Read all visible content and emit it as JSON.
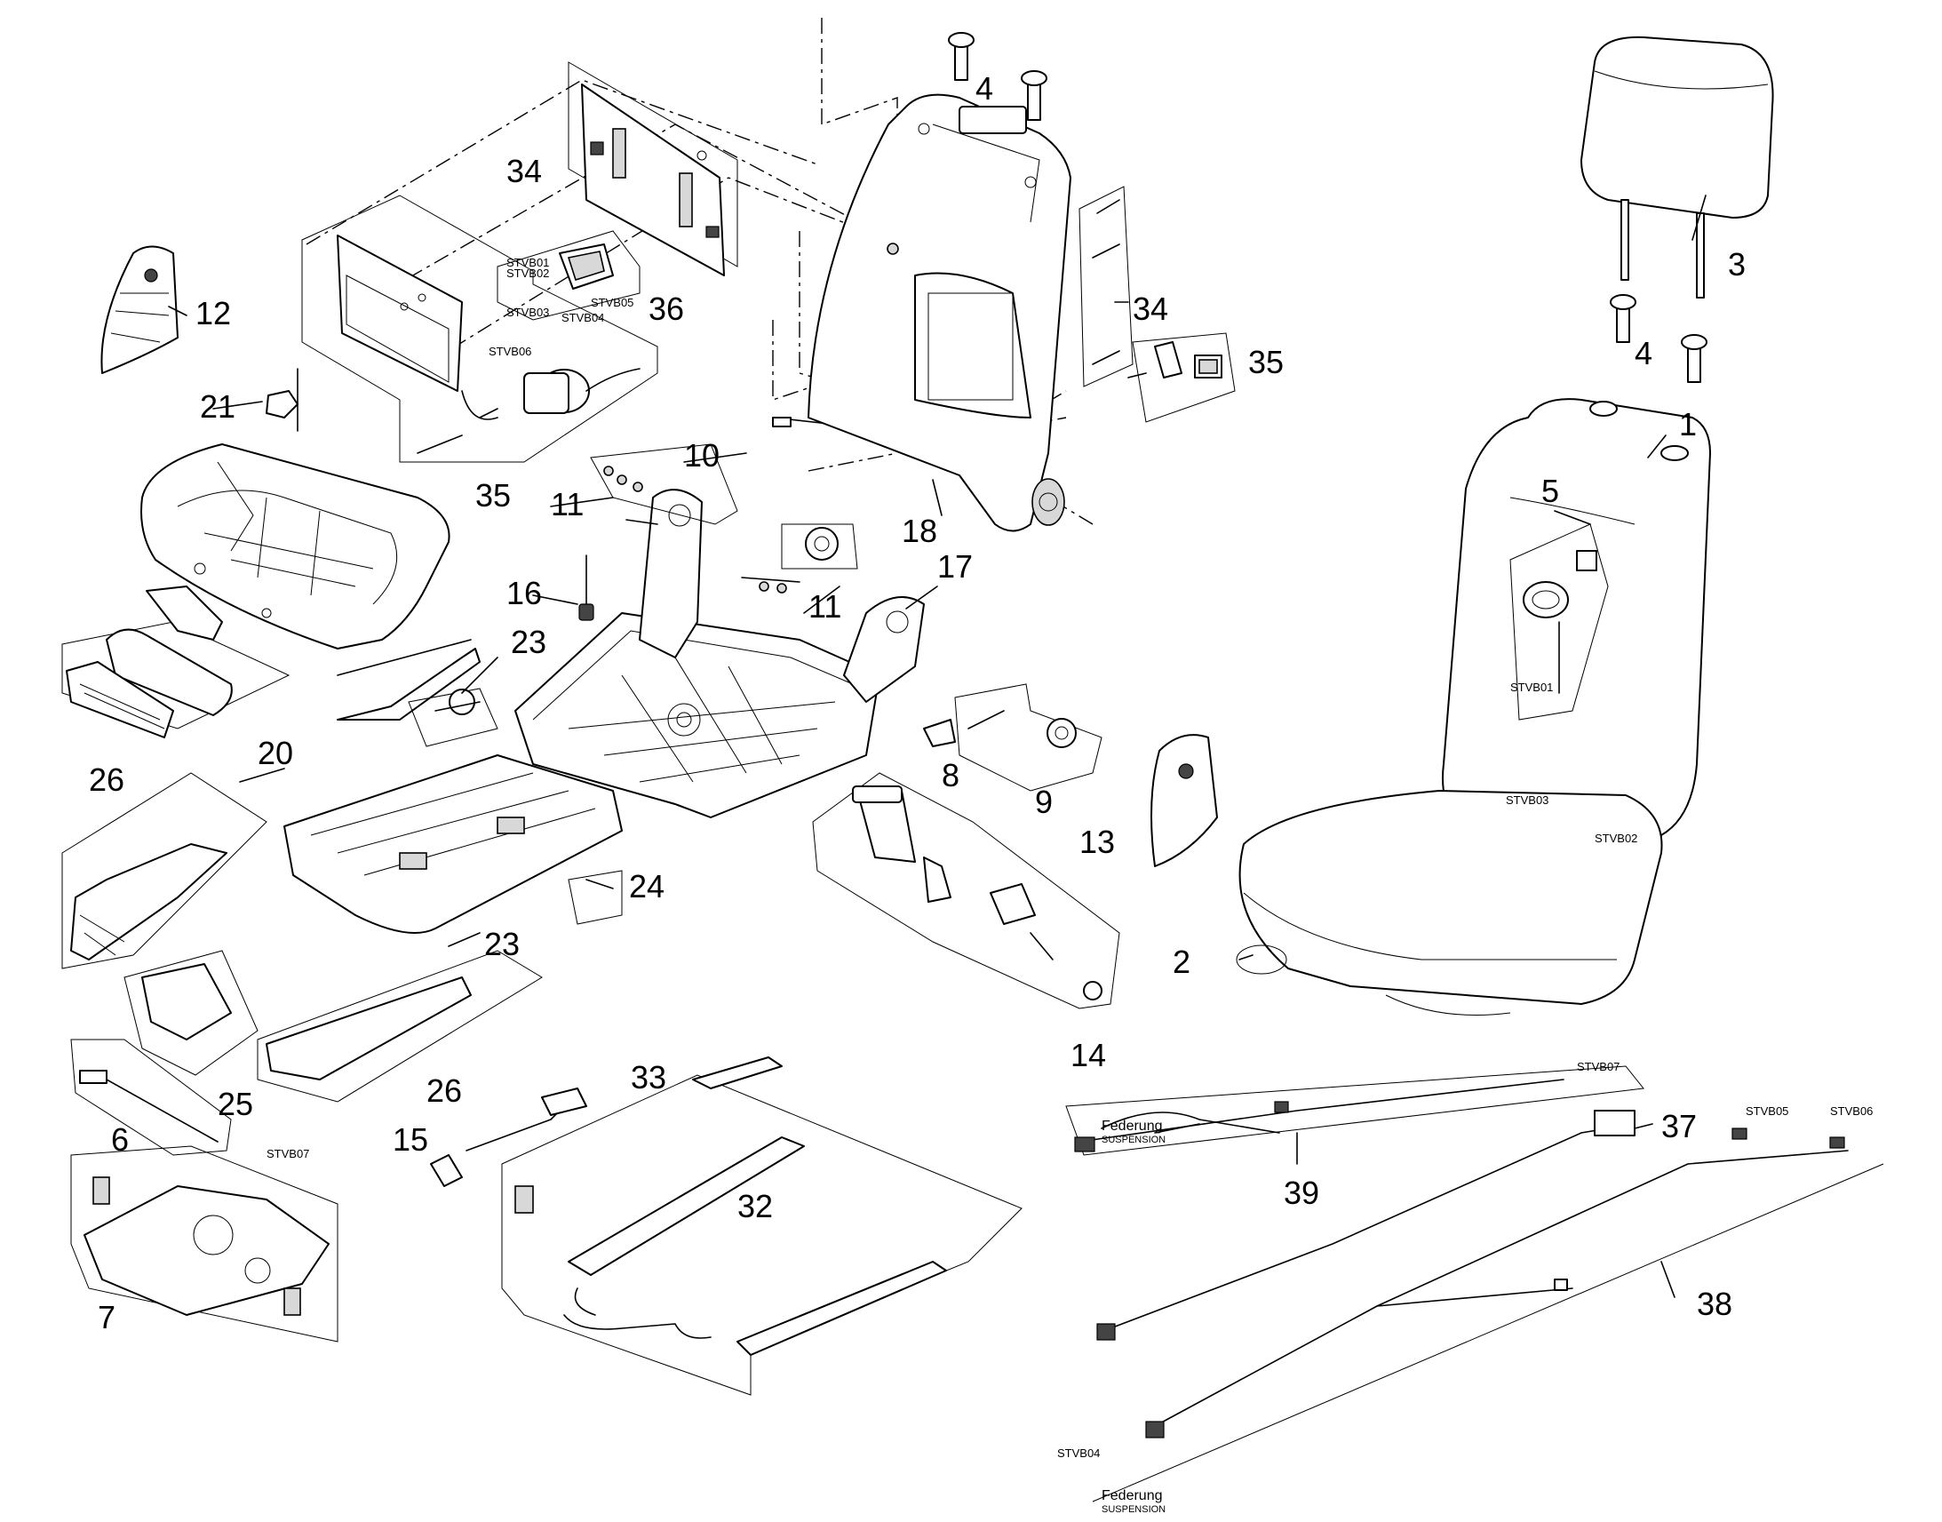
{
  "callouts": {
    "c1": "1",
    "c2": "2",
    "c3": "3",
    "c4a": "4",
    "c4b": "4",
    "c5": "5",
    "c6": "6",
    "c7": "7",
    "c8": "8",
    "c9": "9",
    "c10": "10",
    "c11a": "11",
    "c11b": "11",
    "c12": "12",
    "c13": "13",
    "c14": "14",
    "c15": "15",
    "c16": "16",
    "c17": "17",
    "c18": "18",
    "c20": "20",
    "c21": "21",
    "c23a": "23",
    "c23b": "23",
    "c24": "24",
    "c25": "25",
    "c26a": "26",
    "c26b": "26",
    "c32": "32",
    "c33": "33",
    "c34a": "34",
    "c34b": "34",
    "c35a": "35",
    "c35b": "35",
    "c36": "36",
    "c37": "37",
    "c38": "38",
    "c39": "39"
  },
  "connectors": {
    "stvb01_a": "STVB01",
    "stvb02_a": "STVB02",
    "stvb03_a": "STVB03",
    "stvb04_a": "STVB04",
    "stvb05_a": "STVB05",
    "stvb06_a": "STVB06",
    "stvb01_b": "STVB01",
    "stvb02_b": "STVB02",
    "stvb03_b": "STVB03",
    "stvb07_a": "STVB07",
    "stvb07_b": "STVB07",
    "stvb04_b": "STVB04",
    "stvb05_b": "STVB05",
    "stvb06_b": "STVB06"
  },
  "harness_labels": {
    "federung_1": "Federung",
    "suspension_1": "SUSPENSION",
    "federung_2": "Federung",
    "suspension_2": "SUSPENSION"
  }
}
